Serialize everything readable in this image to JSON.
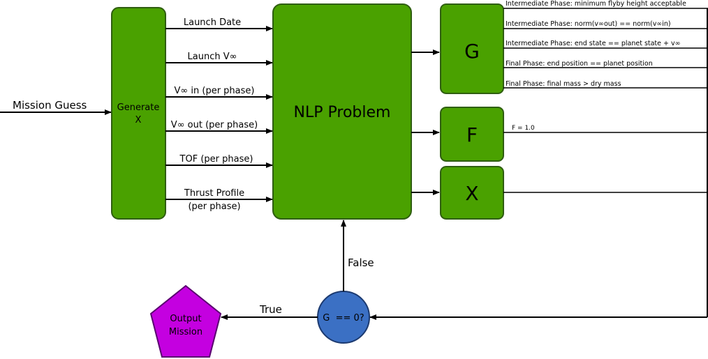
{
  "input": {
    "label": "Mission Guess"
  },
  "generate_box": {
    "line1": "Generate",
    "line2": "X"
  },
  "variables": [
    {
      "label": "Launch Date"
    },
    {
      "label": "Launch V∞"
    },
    {
      "label": "V∞ in (per phase)"
    },
    {
      "label": "V∞ out (per phase)"
    },
    {
      "label": "TOF (per phase)"
    },
    {
      "label": "Thrust Profile",
      "label2": "(per phase)"
    }
  ],
  "nlp_box": {
    "label": "NLP Problem"
  },
  "outputs": {
    "g": "G",
    "f": "F",
    "x": "X"
  },
  "constraints": [
    "Intermediate Phase: minimum flyby height acceptable",
    "Intermediate Phase: norm(v∞out) == norm(v∞in)",
    "Intermediate Phase: end state == planet state + v∞",
    "Final Phase: end position == planet position",
    "Final Phase: final mass > dry mass"
  ],
  "objective": {
    "label": "F = 1.0"
  },
  "decision": {
    "label": "G  == 0?"
  },
  "branches": {
    "false_label": "False",
    "true_label": "True"
  },
  "result": {
    "line1": "Output",
    "line2": "Mission"
  },
  "colors": {
    "box_green": "#4aa100",
    "box_border": "#2f5e10",
    "decision_blue": "#3b70c4",
    "output_purple": "#c400e0"
  }
}
